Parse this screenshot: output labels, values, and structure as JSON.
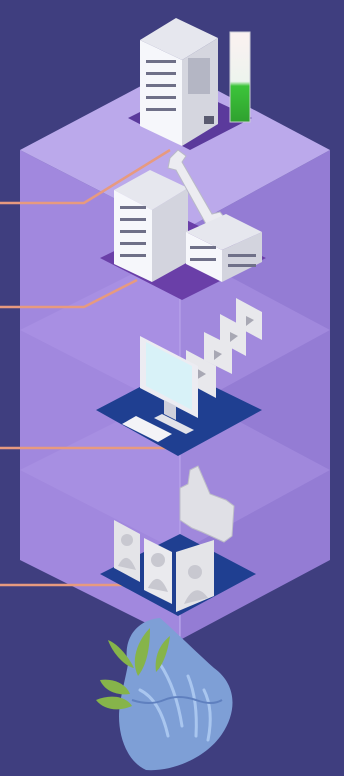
{
  "colors": {
    "background": "#3f3e7f",
    "prism_front_left": "#a98ee6",
    "prism_front_right": "#9d83dc",
    "prism_top": "#c4b1f2",
    "prism_edge": "#d8cbf8",
    "platform_purple": "#6a3fa8",
    "platform_blue": "#1f3f91",
    "connector": "#e79a7f",
    "meter_fill": "#3cc43a",
    "server_light": "#f1f2f6",
    "server_side": "#dcdde6",
    "server_dark": "#5a5b70",
    "monitor_screen": "#d8f2f8",
    "panel_light": "#ececef",
    "panel_dark": "#c9c9cf",
    "user_card": "#e4e4e8",
    "plant_blue": "#7e9fd6",
    "plant_blue_light": "#a9c6ef",
    "plant_leaf": "#86b44a"
  },
  "diagram": {
    "layers": [
      {
        "name": "server-usage-layer",
        "icon": "server-meter-icon",
        "meter_level": 0.35
      },
      {
        "name": "server-maintenance-layer",
        "icon": "wrench-icon"
      },
      {
        "name": "video-content-layer",
        "icon": "monitor-video-icon",
        "video_frames": 4
      },
      {
        "name": "user-engagement-layer",
        "icon": "thumbs-up-icon",
        "user_cards": 3
      }
    ],
    "base_icon": "strawberry-icon"
  }
}
